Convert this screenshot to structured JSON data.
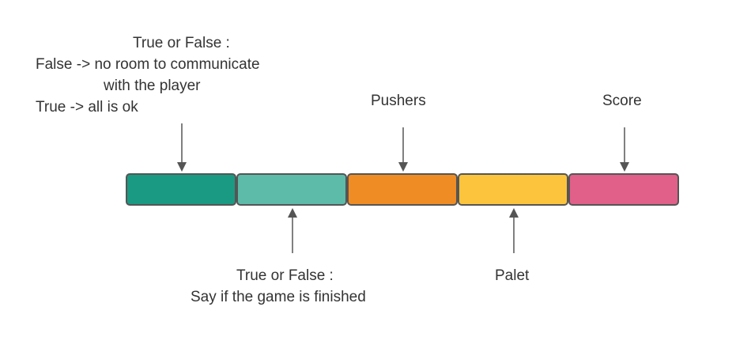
{
  "segments": [
    {
      "color": "#1a9a82"
    },
    {
      "color": "#5cbba9"
    },
    {
      "color": "#f08c24"
    },
    {
      "color": "#fcc43c"
    },
    {
      "color": "#e0608a"
    }
  ],
  "labels": {
    "first": {
      "title": "True or False :",
      "line1": "False -> no room to communicate",
      "line2": "with the player",
      "line3": "True -> all is ok"
    },
    "second": {
      "title": "True or False :",
      "line1": "Say if the game is finished"
    },
    "pushers": "Pushers",
    "palet": "Palet",
    "score": "Score"
  }
}
